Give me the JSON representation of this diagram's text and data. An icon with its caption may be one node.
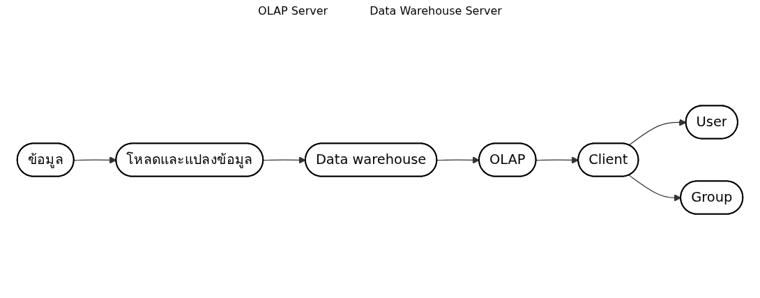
{
  "diagram": {
    "nodes": [
      {
        "text": [
          "ข้อมูล"
        ]
      },
      {
        "text": [
          "โหลดและแปลงข้อมูล"
        ]
      },
      {
        "text": [
          "OLAP"
        ]
      },
      {
        "text": [
          "Client"
        ]
      },
      {
        "text": [
          "User"
        ]
      },
      {
        "text": [
          "Group"
        ]
      },
      {
        "text": [
          "Data warehouse"
        ]
      }
    ],
    "edges": [
      {
        "from": 0,
        "to": 1,
        "arrow": "to"
      },
      {
        "from": 1,
        "to": 6,
        "arrow": "to"
      },
      {
        "from": 6,
        "to": 2,
        "arrow": "to"
      },
      {
        "from": 2,
        "to": 3,
        "arrow": "to"
      },
      {
        "from": 3,
        "to": 4,
        "arrow": "to"
      },
      {
        "from": 3,
        "to": 5,
        "arrow": "to"
      }
    ],
    "labels": [
      "OLAP Server",
      "Data Warehouse Server"
    ]
  }
}
